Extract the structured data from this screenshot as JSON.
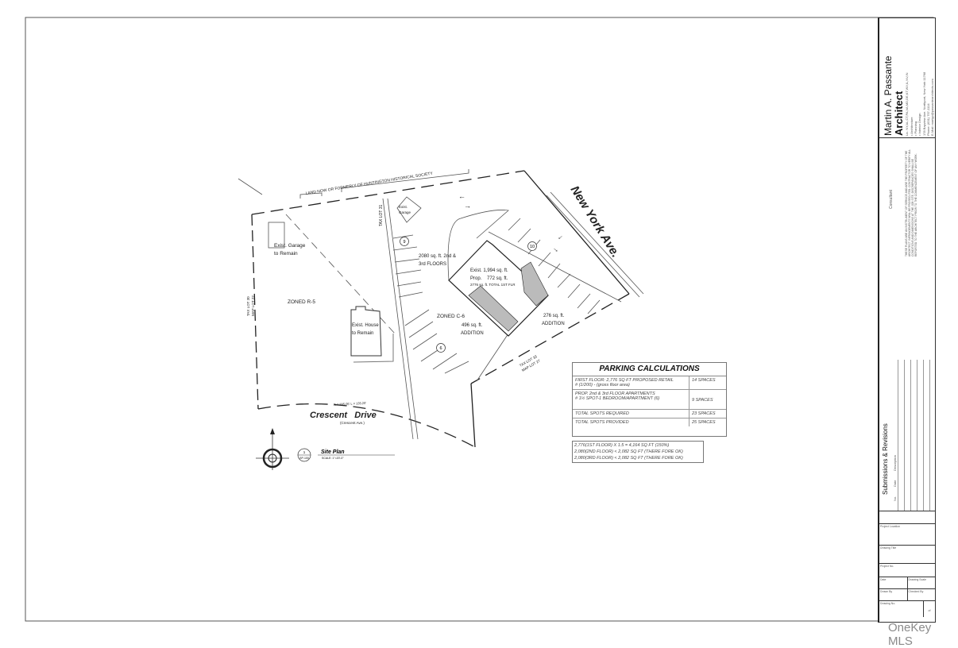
{
  "site_plan": {
    "adjacent_land": "LAND NOW OR FORMERLY OF HUNTINGTON HISTORICAL SOCIETY",
    "street_east": "New York Ave.",
    "street_south": "Crescent   Drive",
    "street_south_alt": "(Crescent Ave.)",
    "garage_remain": [
      "Exist. Garage",
      "to Remain"
    ],
    "zone_r5": "ZONED R-5",
    "house_remain": [
      "Exist. House",
      "to Remain"
    ],
    "exist_garage": [
      "Exist.",
      "Garage"
    ],
    "upper_floors": [
      "2080 sq. ft. 2nd &",
      "3rd FLOORS"
    ],
    "building_area": [
      "Exist. 1,994 sq. ft.",
      "Prop.    772 sq. ft.",
      "2776 sq. ft. TOTAL 1ST FLR"
    ],
    "zone_c6": "ZONED C-6",
    "addition_496": [
      "496 sq. ft.",
      "ADDITION"
    ],
    "addition_276": [
      "276 sq. ft.",
      "ADDITION"
    ],
    "tax_lot_33": [
      "TAX LOT 33",
      "MAP LOT 27"
    ],
    "tax_lot_30": [
      "TAX LOT 30",
      "MAP LOT 22"
    ],
    "tax_lot_31": "TAX LOT 31",
    "parking_counts": [
      "9",
      "10",
      "6"
    ],
    "arc": "R = 285.05' L = 135.20'",
    "drawing_label": {
      "number": "1",
      "sheet": "SP-100",
      "title": "Site Plan",
      "scale": "SCALE: 1\"=20'-0\""
    }
  },
  "parking": {
    "title": "PARKING CALCULATIONS",
    "rows": [
      {
        "desc": [
          "FIRST FLOOR: 2,776 SQ FT PROPOSED RETAIL",
          "# (1/200) -   (gross floor area)"
        ],
        "value": "14 SPACES"
      },
      {
        "desc": [
          "PROP. 2nd & 3rd FLOOR APARTMENTS",
          "# 1½ SPOT-1 BEDROOM/APARTMENT  (6)"
        ],
        "value": "9 SPACES"
      },
      {
        "desc": [
          "TOTAL SPOTS REQUIRED"
        ],
        "value": "23 SPACES"
      },
      {
        "desc": [
          "TOTAL SPOTS PROVIDED"
        ],
        "value": "25 SPACES"
      }
    ],
    "notes": [
      "2,776(1ST FLOOR) X 1.5 = 4,164 SQ FT (150%)",
      "2,080(2ND FLOOR) < 2,082 SQ FT (THERE FORE OK)",
      "2,080(3RD FLOOR) < 2,082 SQ FT (THERE FORE OK)"
    ]
  },
  "title_block": {
    "architect_name": "Martin A. Passante",
    "architect_title": "Architect",
    "licenses": "Lic. NY,AL,CT,PA,VA,MD,DE,KT,WV,IL,NV,IN",
    "services": [
      "• Architecture",
      "• Planning",
      "• Interior Design"
    ],
    "address": "178 Bayview Ave. Northport, New York 11768",
    "phone": "Phone: (631) 757-1114",
    "email": "E-Mail: martyp@passantearchitects.com",
    "consultant": "Consultant",
    "disclaimer": "THESE PLANS ARE AN INSTRUMENT OF SERVICE AND ARE THE PROPERTY OF THE ARCHITECT. INFRINGEMENTS WILL BE PROSECUTED. CONTRACTOR TO VERIFY ALL CONDITIONS AND DIMENSIONS AT THE JOB SITE. DISCREPANCIES SHALL BE REPORTED TO THE ARCHITECT PRIOR TO THE COMMENCEMENT OF ANY WORK.",
    "revisions_title": "Submissions & Revisions",
    "revision_cols": [
      "No.",
      "Date",
      "Description"
    ],
    "fields": [
      "Project Location",
      "Drawing Title",
      "Project No.",
      "Date",
      "Drawing Scale",
      "Drawn By",
      "Checked By",
      "Drawing No.",
      "of"
    ]
  },
  "watermark": "OneKey MLS"
}
